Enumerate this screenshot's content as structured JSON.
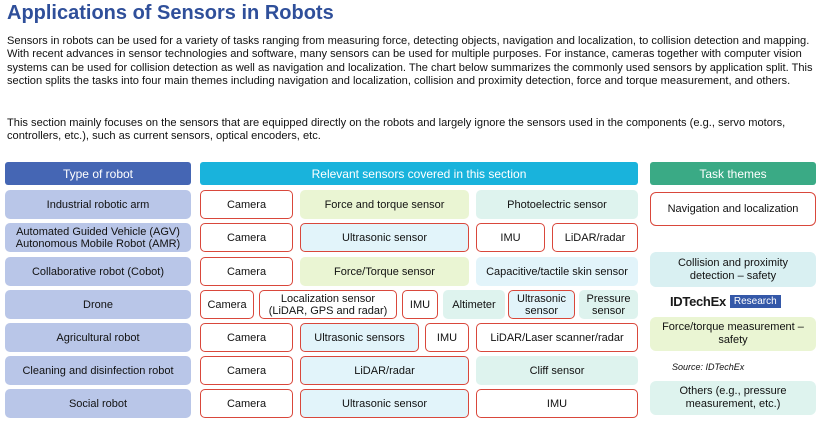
{
  "title": "Applications of Sensors in Robots",
  "paragraph1": "Sensors in robots can be used for a variety of tasks ranging from measuring force, detecting objects, navigation and localization, to collision detection and mapping. With recent advances in sensor technologies and software, many sensors can be used for multiple purposes. For instance, cameras together with computer vision systems can be used for collision detection as well as navigation and localization. The chart below summarizes the commonly used sensors by application split. This section splits the tasks into four main themes including navigation and localization, collision and proximity detection, force and torque measurement, and others.",
  "paragraph2": "This section mainly focuses on the sensors that are equipped directly on the robots and largely ignore the sensors used in the components (e.g., servo motors, controllers, etc.), such as current sensors, optical encoders, etc.",
  "headers": {
    "robot": "Type of robot",
    "sensors": "Relevant sensors covered in this section",
    "tasks": "Task themes"
  },
  "colors": {
    "title": "#2f4f9a",
    "header_robot": "#4566b4",
    "header_sensors": "#19b3dc",
    "header_tasks": "#3aaa85",
    "robot_cell": "#b9c6e8",
    "nav_outline": "#d9473b",
    "collision_fill": "#e2f4fa",
    "force_fill": "#eaf5d3",
    "other_fill": "#def3ee"
  },
  "rows": [
    {
      "robot": "Industrial robotic arm",
      "sensors": [
        "Camera",
        "Force and torque sensor",
        "Photoelectric sensor"
      ]
    },
    {
      "robot": "Automated Guided Vehicle (AGV)\nAutonomous Mobile Robot (AMR)",
      "sensors": [
        "Camera",
        "Ultrasonic sensor",
        "IMU",
        "LiDAR/radar"
      ]
    },
    {
      "robot": "Collaborative robot (Cobot)",
      "sensors": [
        "Camera",
        "Force/Torque sensor",
        "Capacitive/tactile skin sensor"
      ]
    },
    {
      "robot": "Drone",
      "sensors": [
        "Camera",
        "Localization sensor\n(LiDAR, GPS and radar)",
        "IMU",
        "Altimeter",
        "Ultrasonic\nsensor",
        "Pressure\nsensor"
      ]
    },
    {
      "robot": "Agricultural robot",
      "sensors": [
        "Camera",
        "Ultrasonic sensors",
        "IMU",
        "LiDAR/Laser scanner/radar"
      ]
    },
    {
      "robot": "Cleaning and disinfection robot",
      "sensors": [
        "Camera",
        "LiDAR/radar",
        "Cliff sensor"
      ]
    },
    {
      "robot": "Social robot",
      "sensors": [
        "Camera",
        "Ultrasonic sensor",
        "IMU"
      ]
    }
  ],
  "tasks": [
    "Navigation and localization",
    "Collision and proximity\ndetection – safety",
    "Force/torque measurement –\nsafety",
    "Others (e.g., pressure\nmeasurement, etc.)"
  ],
  "logo": {
    "name": "IDTechEx",
    "badge": "Research"
  },
  "source": "Source: IDTechEx"
}
